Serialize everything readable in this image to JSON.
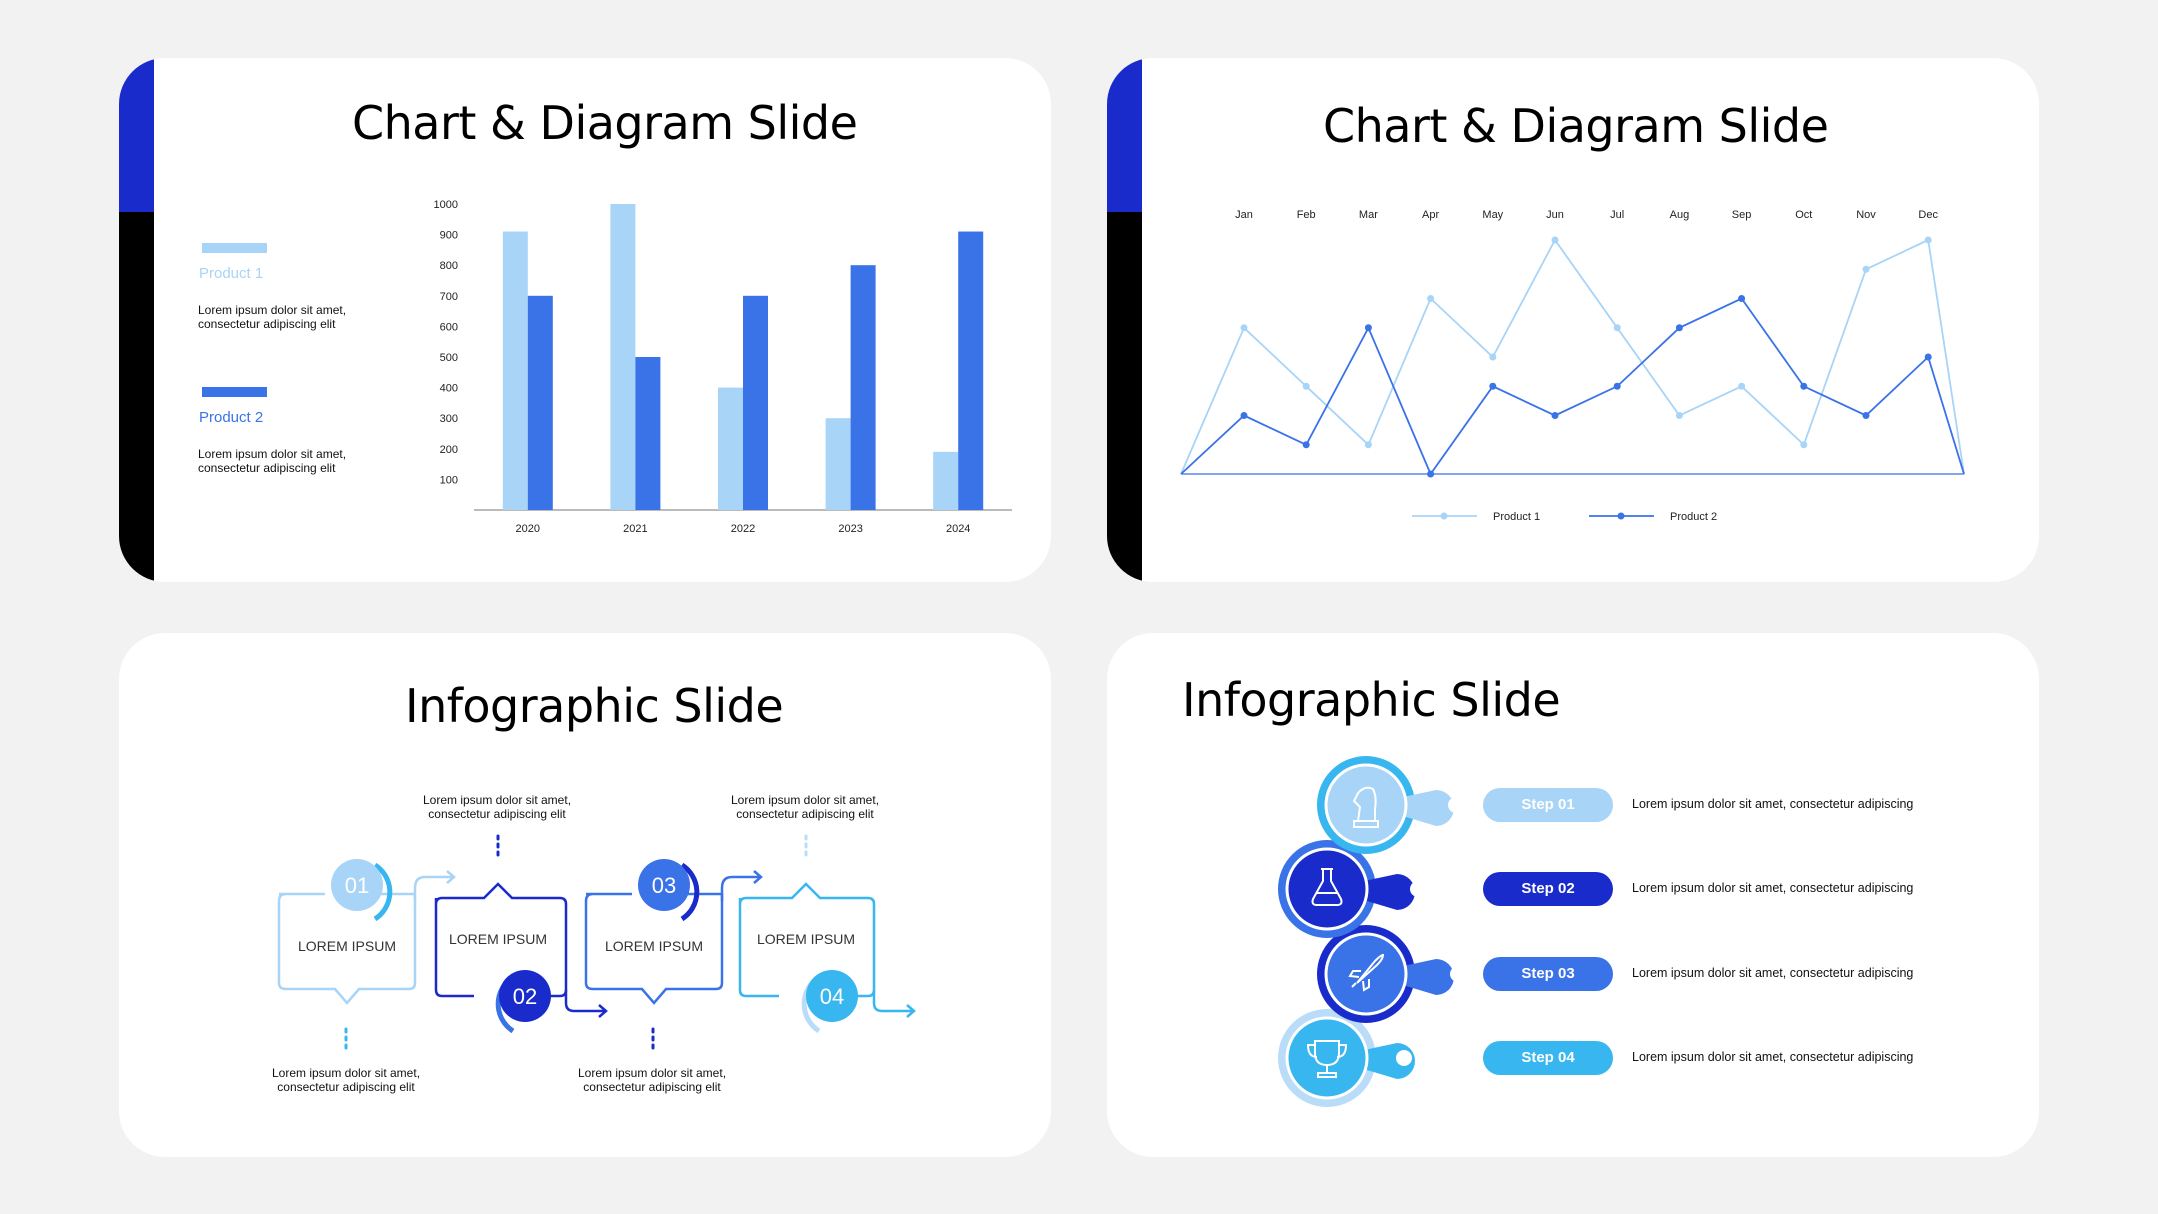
{
  "slides": [
    {
      "title": "Chart & Diagram Slide",
      "legend": [
        {
          "name": "Product 1",
          "desc": "Lorem ipsum dolor sit amet, consectetur adipiscing elit"
        },
        {
          "name": "Product 2",
          "desc": "Lorem ipsum dolor sit amet, consectetur adipiscing elit"
        }
      ]
    },
    {
      "title": "Chart & Diagram Slide",
      "legend": [
        "Product 1",
        "Product 2"
      ]
    },
    {
      "title": "Infographic Slide",
      "steps": [
        {
          "num": "01",
          "label": "LOREM IPSUM",
          "text": "Lorem ipsum dolor sit amet, consectetur adipiscing elit"
        },
        {
          "num": "02",
          "label": "LOREM IPSUM",
          "text": "Lorem ipsum dolor sit amet, consectetur adipiscing elit"
        },
        {
          "num": "03",
          "label": "LOREM IPSUM",
          "text": "Lorem ipsum dolor sit amet, consectetur adipiscing elit"
        },
        {
          "num": "04",
          "label": "LOREM IPSUM",
          "text": "Lorem ipsum dolor sit amet, consectetur adipiscing elit"
        }
      ]
    },
    {
      "title": "Infographic Slide",
      "steps": [
        {
          "label": "Step 01",
          "text": "Lorem ipsum dolor sit amet, consectetur adipiscing",
          "icon": "chess-knight-icon"
        },
        {
          "label": "Step 02",
          "text": "Lorem ipsum dolor sit amet, consectetur adipiscing",
          "icon": "flask-icon"
        },
        {
          "label": "Step 03",
          "text": "Lorem ipsum dolor sit amet, consectetur adipiscing",
          "icon": "rocket-icon"
        },
        {
          "label": "Step 04",
          "text": "Lorem ipsum dolor sit amet, consectetur adipiscing",
          "icon": "trophy-icon"
        }
      ]
    }
  ],
  "colors": {
    "light": "#a8d4f7",
    "mid": "#3a72e8",
    "dark": "#1a2bcc",
    "sky": "#38b6f0",
    "paleblue": "#b9dcf8"
  },
  "chart_data": [
    {
      "type": "bar",
      "categories": [
        "2020",
        "2021",
        "2022",
        "2023",
        "2024"
      ],
      "series": [
        {
          "name": "Product 1",
          "values": [
            910,
            1000,
            400,
            300,
            190
          ]
        },
        {
          "name": "Product 2",
          "values": [
            700,
            500,
            700,
            800,
            910
          ]
        }
      ],
      "yticks": [
        100,
        200,
        300,
        400,
        500,
        600,
        700,
        800,
        900,
        1000
      ],
      "ylim": [
        0,
        1000
      ]
    },
    {
      "type": "line",
      "categories": [
        "Jan",
        "Feb",
        "Mar",
        "Apr",
        "May",
        "Jun",
        "Jul",
        "Aug",
        "Sep",
        "Oct",
        "Nov",
        "Dec"
      ],
      "series": [
        {
          "name": "Product 1",
          "values": [
            50,
            30,
            10,
            60,
            40,
            80,
            50,
            20,
            30,
            10,
            70,
            80
          ]
        },
        {
          "name": "Product 2",
          "values": [
            20,
            10,
            50,
            0,
            30,
            20,
            30,
            50,
            60,
            30,
            20,
            40
          ]
        }
      ],
      "ylim": [
        0,
        80
      ]
    }
  ]
}
